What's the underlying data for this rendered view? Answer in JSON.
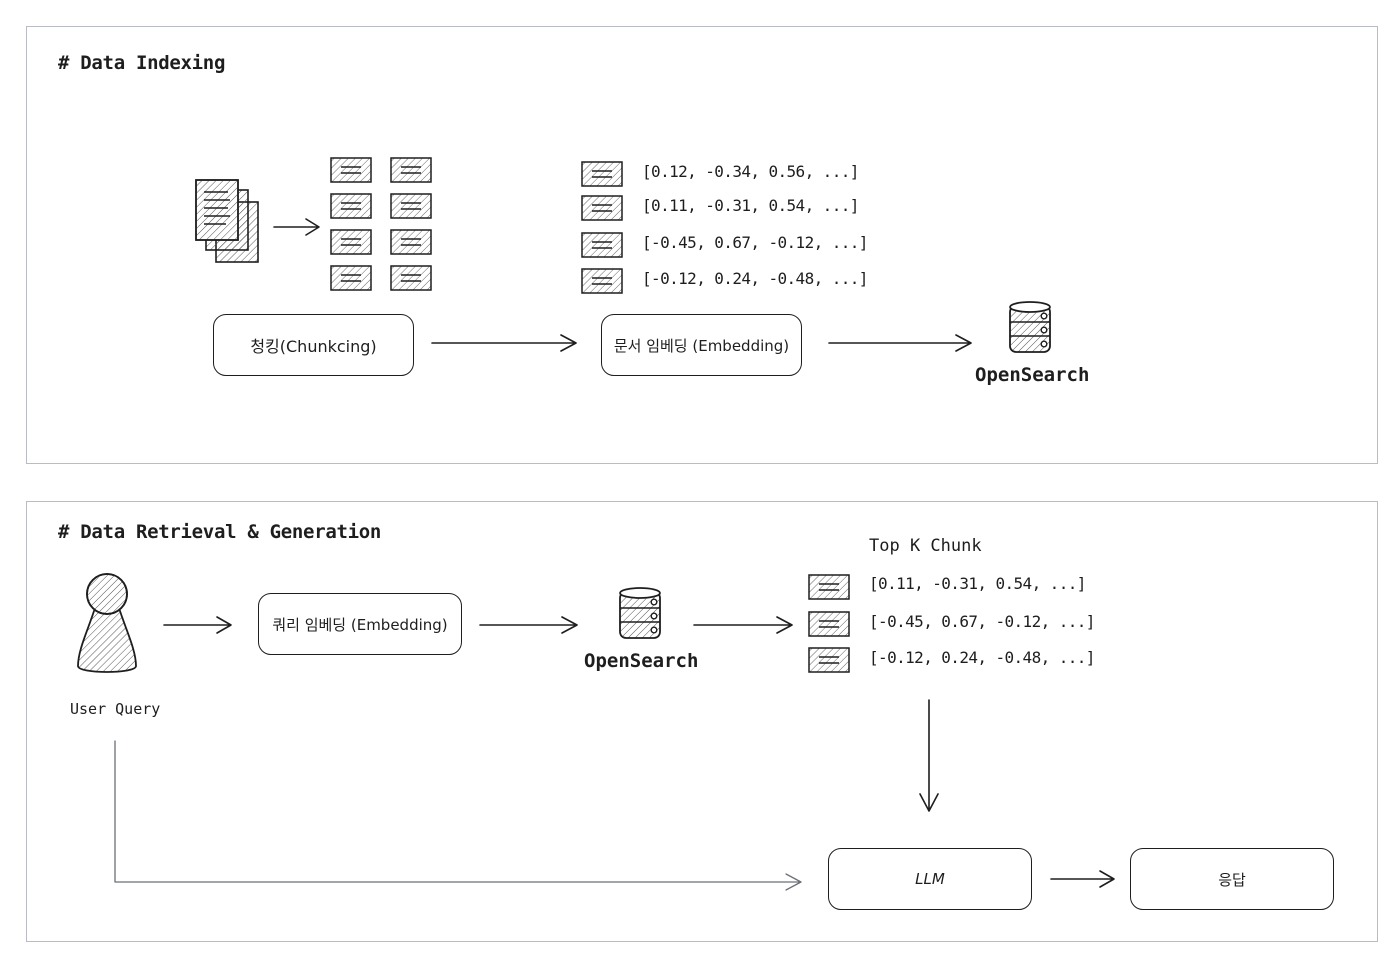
{
  "indexing": {
    "title": "# Data Indexing",
    "chunking_label": "청킹(Chunkcing)",
    "embedding_label": "문서 임베딩 (Embedding)",
    "store_label": "OpenSearch",
    "vectors": [
      "[0.12, -0.34, 0.56, ...]",
      "[0.11, -0.31, 0.54, ...]",
      "[-0.45, 0.67, -0.12, ...]",
      "[-0.12, 0.24, -0.48, ...]"
    ]
  },
  "retrieval": {
    "title": "# Data Retrieval & Generation",
    "user_label": "User Query",
    "query_embedding_label": "쿼리 임베딩 (Embedding)",
    "store_label": "OpenSearch",
    "topk_label": "Top K Chunk",
    "vectors": [
      "[0.11, -0.31, 0.54, ...]",
      "[-0.45, 0.67, -0.12, ...]",
      "[-0.12, 0.24, -0.48, ...]"
    ],
    "llm_label": "LLM",
    "response_label": "응답"
  },
  "colors": {
    "ink": "#1e1e1e",
    "border": "#b9bcc2",
    "connector": "#6b6f76"
  }
}
